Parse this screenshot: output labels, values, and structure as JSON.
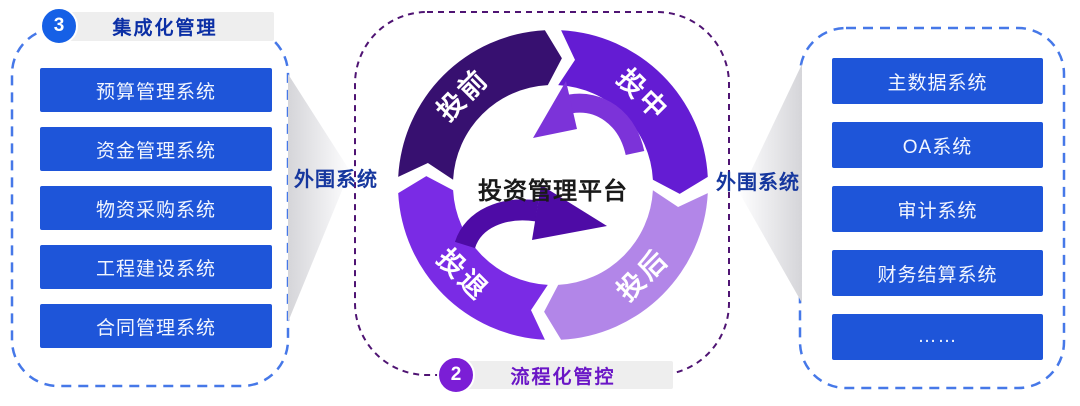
{
  "left_panel": {
    "badge": "3",
    "title": "集成化管理",
    "systems": [
      "预算管理系统",
      "资金管理系统",
      "物资采购系统",
      "工程建设系统",
      "合同管理系统"
    ]
  },
  "right_panel": {
    "systems": [
      "主数据系统",
      "OA系统",
      "审计系统",
      "财务结算系统",
      "……"
    ]
  },
  "connectors": {
    "left_label": "外围系统",
    "right_label": "外围系统"
  },
  "center": {
    "title": "投资管理平台",
    "stages": [
      {
        "label": "投前",
        "color": "#371070"
      },
      {
        "label": "投中",
        "color": "#641CD3"
      },
      {
        "label": "投后",
        "color": "#B286E8"
      },
      {
        "label": "投退",
        "color": "#7A2BE5"
      }
    ],
    "bottom_badge": "2",
    "bottom_label": "流程化管控"
  },
  "colors": {
    "system_button_blue": "#1E55D9",
    "panel_border_blue": "#4678E8",
    "badge_blue": "#1660E6",
    "title_blue": "#0B2FA5",
    "connector_label_blue": "#16379E",
    "cycle_frame_purple": "#4F1473",
    "badge_purple": "#7B1ED6",
    "bottom_label_purple": "#6A16C6",
    "inner_arrow_top": "#7C33D9",
    "inner_arrow_bottom": "#4E0BA6",
    "strip_gray": "#EEEEEE"
  }
}
